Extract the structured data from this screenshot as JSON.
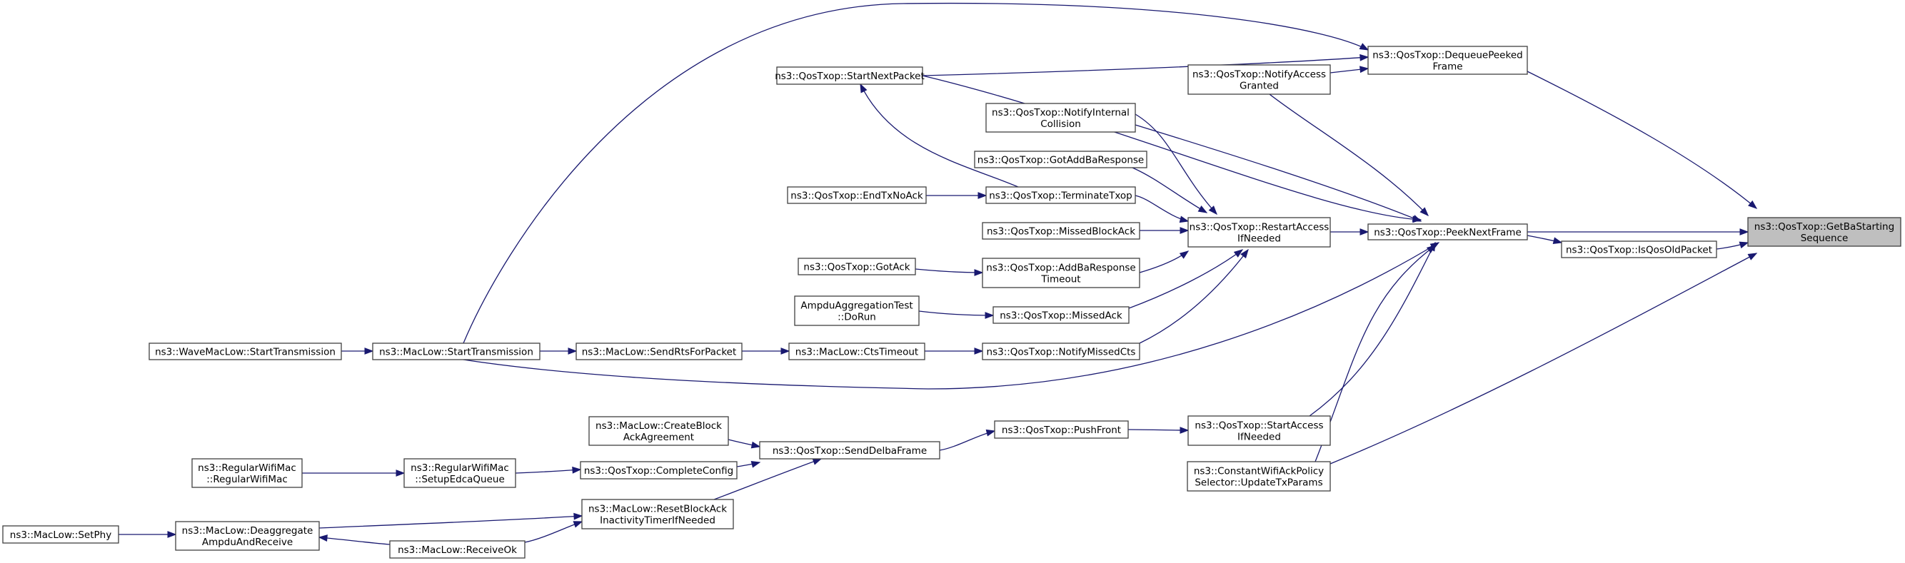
{
  "colors": {
    "edge": "#191970",
    "node_border": "#404040",
    "root_fill": "#bfbfbf",
    "node_fill": "#ffffff"
  },
  "nodes": [
    {
      "id": "root",
      "lines": [
        "ns3::QosTxop::GetBaStarting",
        "Sequence"
      ]
    },
    {
      "id": "dequeue",
      "lines": [
        "ns3::QosTxop::DequeuePeeked",
        "Frame"
      ]
    },
    {
      "id": "peek",
      "lines": [
        "ns3::QosTxop::PeekNextFrame"
      ]
    },
    {
      "id": "isqos",
      "lines": [
        "ns3::QosTxop::IsQosOldPacket"
      ]
    },
    {
      "id": "constant",
      "lines": [
        "ns3::ConstantWifiAckPolicy",
        "Selector::UpdateTxParams"
      ]
    },
    {
      "id": "startnext",
      "lines": [
        "ns3::QosTxop::StartNextPacket"
      ]
    },
    {
      "id": "notifyaccess",
      "lines": [
        "ns3::QosTxop::NotifyAccess",
        "Granted"
      ]
    },
    {
      "id": "restart",
      "lines": [
        "ns3::QosTxop::RestartAccess",
        "IfNeeded"
      ]
    },
    {
      "id": "startaccess",
      "lines": [
        "ns3::QosTxop::StartAccess",
        "IfNeeded"
      ]
    },
    {
      "id": "notifyinternal",
      "lines": [
        "ns3::QosTxop::NotifyInternal",
        "Collision"
      ]
    },
    {
      "id": "gotaddba",
      "lines": [
        "ns3::QosTxop::GotAddBaResponse"
      ]
    },
    {
      "id": "terminate",
      "lines": [
        "ns3::QosTxop::TerminateTxop"
      ]
    },
    {
      "id": "missedblock",
      "lines": [
        "ns3::QosTxop::MissedBlockAck"
      ]
    },
    {
      "id": "addbatimeout",
      "lines": [
        "ns3::QosTxop::AddBaResponse",
        "Timeout"
      ]
    },
    {
      "id": "missedack",
      "lines": [
        "ns3::QosTxop::MissedAck"
      ]
    },
    {
      "id": "notifymissedcts",
      "lines": [
        "ns3::QosTxop::NotifyMissedCts"
      ]
    },
    {
      "id": "endtxnoack",
      "lines": [
        "ns3::QosTxop::EndTxNoAck"
      ]
    },
    {
      "id": "gotack",
      "lines": [
        "ns3::QosTxop::GotAck"
      ]
    },
    {
      "id": "ampdu",
      "lines": [
        "AmpduAggregationTest",
        "::DoRun"
      ]
    },
    {
      "id": "ctstimeout",
      "lines": [
        "ns3::MacLow::CtsTimeout"
      ]
    },
    {
      "id": "sendrts",
      "lines": [
        "ns3::MacLow::SendRtsForPacket"
      ]
    },
    {
      "id": "maclowstart",
      "lines": [
        "ns3::MacLow::StartTransmission"
      ]
    },
    {
      "id": "wavestart",
      "lines": [
        "ns3::WaveMacLow::StartTransmission"
      ]
    },
    {
      "id": "pushfront",
      "lines": [
        "ns3::QosTxop::PushFront"
      ]
    },
    {
      "id": "senddelba",
      "lines": [
        "ns3::QosTxop::SendDelbaFrame"
      ]
    },
    {
      "id": "createblock",
      "lines": [
        "ns3::MacLow::CreateBlock",
        "AckAgreement"
      ]
    },
    {
      "id": "completeconfig",
      "lines": [
        "ns3::QosTxop::CompleteConfig"
      ]
    },
    {
      "id": "resetblock",
      "lines": [
        "ns3::MacLow::ResetBlockAck",
        "InactivityTimerIfNeeded"
      ]
    },
    {
      "id": "setupedca",
      "lines": [
        "ns3::RegularWifiMac",
        "::SetupEdcaQueue"
      ]
    },
    {
      "id": "regularwifimac",
      "lines": [
        "ns3::RegularWifiMac",
        "::RegularWifiMac"
      ]
    },
    {
      "id": "deaggregate",
      "lines": [
        "ns3::MacLow::Deaggregate",
        "AmpduAndReceive"
      ]
    },
    {
      "id": "receiveok",
      "lines": [
        "ns3::MacLow::ReceiveOk"
      ]
    },
    {
      "id": "setphy",
      "lines": [
        "ns3::MacLow::SetPhy"
      ]
    }
  ],
  "edges": [
    {
      "from": "dequeue",
      "to": "root"
    },
    {
      "from": "peek",
      "to": "root"
    },
    {
      "from": "isqos",
      "to": "root"
    },
    {
      "from": "constant",
      "to": "root"
    },
    {
      "from": "maclowstart",
      "to": "dequeue"
    },
    {
      "from": "startnext",
      "to": "dequeue"
    },
    {
      "from": "notifyaccess",
      "to": "dequeue"
    },
    {
      "from": "peek",
      "to": "isqos"
    },
    {
      "from": "restart",
      "to": "peek"
    },
    {
      "from": "startnext",
      "to": "peek"
    },
    {
      "from": "notifyaccess",
      "to": "peek"
    },
    {
      "from": "notifyinternal",
      "to": "peek"
    },
    {
      "from": "startaccess",
      "to": "peek"
    },
    {
      "from": "constant",
      "to": "peek"
    },
    {
      "from": "maclowstart",
      "to": "peek"
    },
    {
      "from": "notifyinternal",
      "to": "restart"
    },
    {
      "from": "gotaddba",
      "to": "restart"
    },
    {
      "from": "terminate",
      "to": "restart"
    },
    {
      "from": "missedblock",
      "to": "restart"
    },
    {
      "from": "addbatimeout",
      "to": "restart"
    },
    {
      "from": "missedack",
      "to": "restart"
    },
    {
      "from": "notifymissedcts",
      "to": "restart"
    },
    {
      "from": "terminate",
      "to": "startnext"
    },
    {
      "from": "endtxnoack",
      "to": "terminate"
    },
    {
      "from": "gotack",
      "to": "addbatimeout"
    },
    {
      "from": "ampdu",
      "to": "missedack"
    },
    {
      "from": "ctstimeout",
      "to": "notifymissedcts"
    },
    {
      "from": "sendrts",
      "to": "ctstimeout"
    },
    {
      "from": "maclowstart",
      "to": "sendrts"
    },
    {
      "from": "wavestart",
      "to": "maclowstart"
    },
    {
      "from": "pushfront",
      "to": "startaccess"
    },
    {
      "from": "senddelba",
      "to": "pushfront"
    },
    {
      "from": "createblock",
      "to": "senddelba"
    },
    {
      "from": "completeconfig",
      "to": "senddelba"
    },
    {
      "from": "resetblock",
      "to": "senddelba"
    },
    {
      "from": "setupedca",
      "to": "completeconfig"
    },
    {
      "from": "regularwifimac",
      "to": "setupedca"
    },
    {
      "from": "deaggregate",
      "to": "resetblock"
    },
    {
      "from": "receiveok",
      "to": "resetblock"
    },
    {
      "from": "receiveok",
      "to": "deaggregate"
    },
    {
      "from": "setphy",
      "to": "deaggregate"
    }
  ]
}
